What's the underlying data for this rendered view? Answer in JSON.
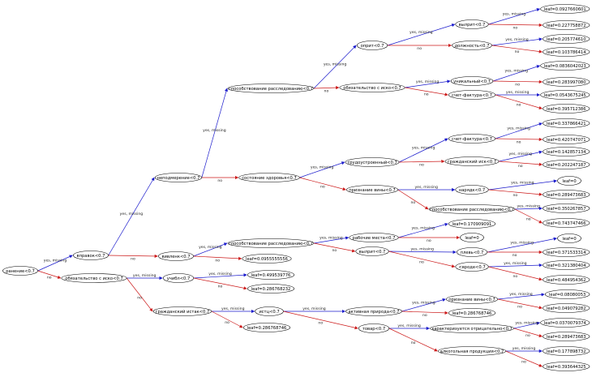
{
  "colors": {
    "yes_edge": "#1a1acc",
    "no_edge": "#cc1a1a",
    "node_stroke": "#000000",
    "edge_label": "#222222"
  },
  "edge_labels": {
    "yes": "yes, missing",
    "no": "no"
  },
  "nodes": [
    {
      "id": "n0",
      "label": "ранение<0.7"
    },
    {
      "id": "n1",
      "label": "вправок<0.7"
    },
    {
      "id": "n2",
      "label": "обязательство с иско<0.7"
    },
    {
      "id": "n3",
      "label": "неподмерение<0.7"
    },
    {
      "id": "n4",
      "label": "вивленк<0.7"
    },
    {
      "id": "n5",
      "label": "учибл<0.7"
    },
    {
      "id": "n6",
      "label": "гражданский истак<0.7"
    },
    {
      "id": "n7",
      "label": "способствование расследованию<0.7"
    },
    {
      "id": "n8",
      "label": "состояние здоровья<0.7"
    },
    {
      "id": "n9",
      "label": "способствование расследованию<0.7"
    },
    {
      "id": "n10",
      "label": "leaf=0.0955555556"
    },
    {
      "id": "n11",
      "label": "leaf=0.499539776"
    },
    {
      "id": "n12",
      "label": "leaf=0.286768232"
    },
    {
      "id": "n13",
      "label": "истц<0.7"
    },
    {
      "id": "n14",
      "label": "leaf=0.286768746"
    },
    {
      "id": "n15",
      "label": "оприт<0.7"
    },
    {
      "id": "n16",
      "label": "обязательство с иско<0.7"
    },
    {
      "id": "n17",
      "label": "трудоустроенный<0.7"
    },
    {
      "id": "n18",
      "label": "признание вины<0.7"
    },
    {
      "id": "n19",
      "label": "рабочие места<0.7"
    },
    {
      "id": "n20",
      "label": "вылрит<0.7"
    },
    {
      "id": "n21",
      "label": "активная природа<0.7"
    },
    {
      "id": "n22",
      "label": "товар<0.7"
    },
    {
      "id": "n23",
      "label": "вылрит<0.7"
    },
    {
      "id": "n24",
      "label": "должность<0.7"
    },
    {
      "id": "n25",
      "label": "уникальный<0.7"
    },
    {
      "id": "n26",
      "label": "счет-фактура<0.7"
    },
    {
      "id": "n27",
      "label": "счет-фактура<0.7"
    },
    {
      "id": "n28",
      "label": "гражданский иск<0.7"
    },
    {
      "id": "n29",
      "label": "нарядк<0.7"
    },
    {
      "id": "n30",
      "label": "способствование расследованию<0.7"
    },
    {
      "id": "n31",
      "label": "leaf=0.170909091"
    },
    {
      "id": "n32",
      "label": "leaf=0"
    },
    {
      "id": "n33",
      "label": "плевь<0.7"
    },
    {
      "id": "n34",
      "label": "<вроде<0.7"
    },
    {
      "id": "n35",
      "label": "признание вины<0.7"
    },
    {
      "id": "n36",
      "label": "leaf=0.286768746"
    },
    {
      "id": "n37",
      "label": "характеризуется отрицательно<0.7"
    },
    {
      "id": "n38",
      "label": "алкогольная продукция<0.7"
    },
    {
      "id": "n39",
      "label": "leaf=0.0927660601"
    },
    {
      "id": "n40",
      "label": "leaf=0.227758872"
    },
    {
      "id": "n41",
      "label": "leaf=0.205774610"
    },
    {
      "id": "n42",
      "label": "leaf=0.103786414"
    },
    {
      "id": "n43",
      "label": "leaf=0.0836042023"
    },
    {
      "id": "n44",
      "label": "leaf=0.283997080"
    },
    {
      "id": "n45",
      "label": "leaf=0.0543675245"
    },
    {
      "id": "n46",
      "label": "leaf=0.395712386"
    },
    {
      "id": "n47",
      "label": "leaf=0.337866421"
    },
    {
      "id": "n48",
      "label": "leaf=0.420747071"
    },
    {
      "id": "n49",
      "label": "leaf=0.142857134"
    },
    {
      "id": "n50",
      "label": "leaf=0.202247187"
    },
    {
      "id": "n51",
      "label": "leaf=0"
    },
    {
      "id": "n52",
      "label": "leaf=0.289473683"
    },
    {
      "id": "n53",
      "label": "leaf=0.350267857"
    },
    {
      "id": "n54",
      "label": "leaf=0.743747466"
    },
    {
      "id": "n55",
      "label": "leaf=0"
    },
    {
      "id": "n56",
      "label": "leaf=0.371533314"
    },
    {
      "id": "n57",
      "label": "leaf=0.321380404"
    },
    {
      "id": "n58",
      "label": "leaf=0.484954362"
    },
    {
      "id": "n59",
      "label": "leaf=0.08080053"
    },
    {
      "id": "n60",
      "label": "leaf=0.049079282"
    },
    {
      "id": "n61",
      "label": "leaf=0.0370079374"
    },
    {
      "id": "n62",
      "label": "leaf=0.289473683"
    },
    {
      "id": "n63",
      "label": "leaf=0.177898732"
    },
    {
      "id": "n64",
      "label": "leaf=0.393644325"
    }
  ],
  "edges": [
    {
      "from": "n0",
      "to": "n1",
      "kind": "yes"
    },
    {
      "from": "n0",
      "to": "n2",
      "kind": "no"
    },
    {
      "from": "n1",
      "to": "n3",
      "kind": "yes"
    },
    {
      "from": "n1",
      "to": "n4",
      "kind": "no"
    },
    {
      "from": "n2",
      "to": "n5",
      "kind": "yes"
    },
    {
      "from": "n2",
      "to": "n6",
      "kind": "no"
    },
    {
      "from": "n3",
      "to": "n7",
      "kind": "yes"
    },
    {
      "from": "n3",
      "to": "n8",
      "kind": "no"
    },
    {
      "from": "n4",
      "to": "n9",
      "kind": "yes"
    },
    {
      "from": "n4",
      "to": "n10",
      "kind": "no"
    },
    {
      "from": "n5",
      "to": "n11",
      "kind": "yes"
    },
    {
      "from": "n5",
      "to": "n12",
      "kind": "no"
    },
    {
      "from": "n6",
      "to": "n13",
      "kind": "yes"
    },
    {
      "from": "n6",
      "to": "n14",
      "kind": "no"
    },
    {
      "from": "n7",
      "to": "n15",
      "kind": "yes"
    },
    {
      "from": "n7",
      "to": "n16",
      "kind": "no"
    },
    {
      "from": "n8",
      "to": "n17",
      "kind": "yes"
    },
    {
      "from": "n8",
      "to": "n18",
      "kind": "no"
    },
    {
      "from": "n9",
      "to": "n19",
      "kind": "yes"
    },
    {
      "from": "n9",
      "to": "n20",
      "kind": "no"
    },
    {
      "from": "n13",
      "to": "n21",
      "kind": "yes"
    },
    {
      "from": "n13",
      "to": "n22",
      "kind": "no"
    },
    {
      "from": "n15",
      "to": "n23",
      "kind": "yes"
    },
    {
      "from": "n15",
      "to": "n24",
      "kind": "no"
    },
    {
      "from": "n16",
      "to": "n25",
      "kind": "yes"
    },
    {
      "from": "n16",
      "to": "n26",
      "kind": "no"
    },
    {
      "from": "n17",
      "to": "n27",
      "kind": "yes"
    },
    {
      "from": "n17",
      "to": "n28",
      "kind": "no"
    },
    {
      "from": "n18",
      "to": "n29",
      "kind": "yes"
    },
    {
      "from": "n18",
      "to": "n30",
      "kind": "no"
    },
    {
      "from": "n19",
      "to": "n31",
      "kind": "yes"
    },
    {
      "from": "n19",
      "to": "n32",
      "kind": "no"
    },
    {
      "from": "n20",
      "to": "n33",
      "kind": "yes"
    },
    {
      "from": "n20",
      "to": "n34",
      "kind": "no"
    },
    {
      "from": "n21",
      "to": "n35",
      "kind": "yes"
    },
    {
      "from": "n21",
      "to": "n36",
      "kind": "no"
    },
    {
      "from": "n22",
      "to": "n37",
      "kind": "yes"
    },
    {
      "from": "n22",
      "to": "n38",
      "kind": "no"
    },
    {
      "from": "n23",
      "to": "n39",
      "kind": "yes"
    },
    {
      "from": "n23",
      "to": "n40",
      "kind": "no"
    },
    {
      "from": "n24",
      "to": "n41",
      "kind": "yes"
    },
    {
      "from": "n24",
      "to": "n42",
      "kind": "no"
    },
    {
      "from": "n25",
      "to": "n43",
      "kind": "yes"
    },
    {
      "from": "n25",
      "to": "n44",
      "kind": "no"
    },
    {
      "from": "n26",
      "to": "n45",
      "kind": "yes"
    },
    {
      "from": "n26",
      "to": "n46",
      "kind": "no"
    },
    {
      "from": "n27",
      "to": "n47",
      "kind": "yes"
    },
    {
      "from": "n27",
      "to": "n48",
      "kind": "no"
    },
    {
      "from": "n28",
      "to": "n49",
      "kind": "yes"
    },
    {
      "from": "n28",
      "to": "n50",
      "kind": "no"
    },
    {
      "from": "n29",
      "to": "n51",
      "kind": "yes"
    },
    {
      "from": "n29",
      "to": "n52",
      "kind": "no"
    },
    {
      "from": "n30",
      "to": "n53",
      "kind": "yes"
    },
    {
      "from": "n30",
      "to": "n54",
      "kind": "no"
    },
    {
      "from": "n33",
      "to": "n55",
      "kind": "yes"
    },
    {
      "from": "n33",
      "to": "n56",
      "kind": "no"
    },
    {
      "from": "n34",
      "to": "n57",
      "kind": "yes"
    },
    {
      "from": "n34",
      "to": "n58",
      "kind": "no"
    },
    {
      "from": "n35",
      "to": "n59",
      "kind": "yes"
    },
    {
      "from": "n35",
      "to": "n60",
      "kind": "no"
    },
    {
      "from": "n37",
      "to": "n61",
      "kind": "yes"
    },
    {
      "from": "n37",
      "to": "n62",
      "kind": "no"
    },
    {
      "from": "n38",
      "to": "n63",
      "kind": "yes"
    },
    {
      "from": "n38",
      "to": "n64",
      "kind": "no"
    }
  ]
}
